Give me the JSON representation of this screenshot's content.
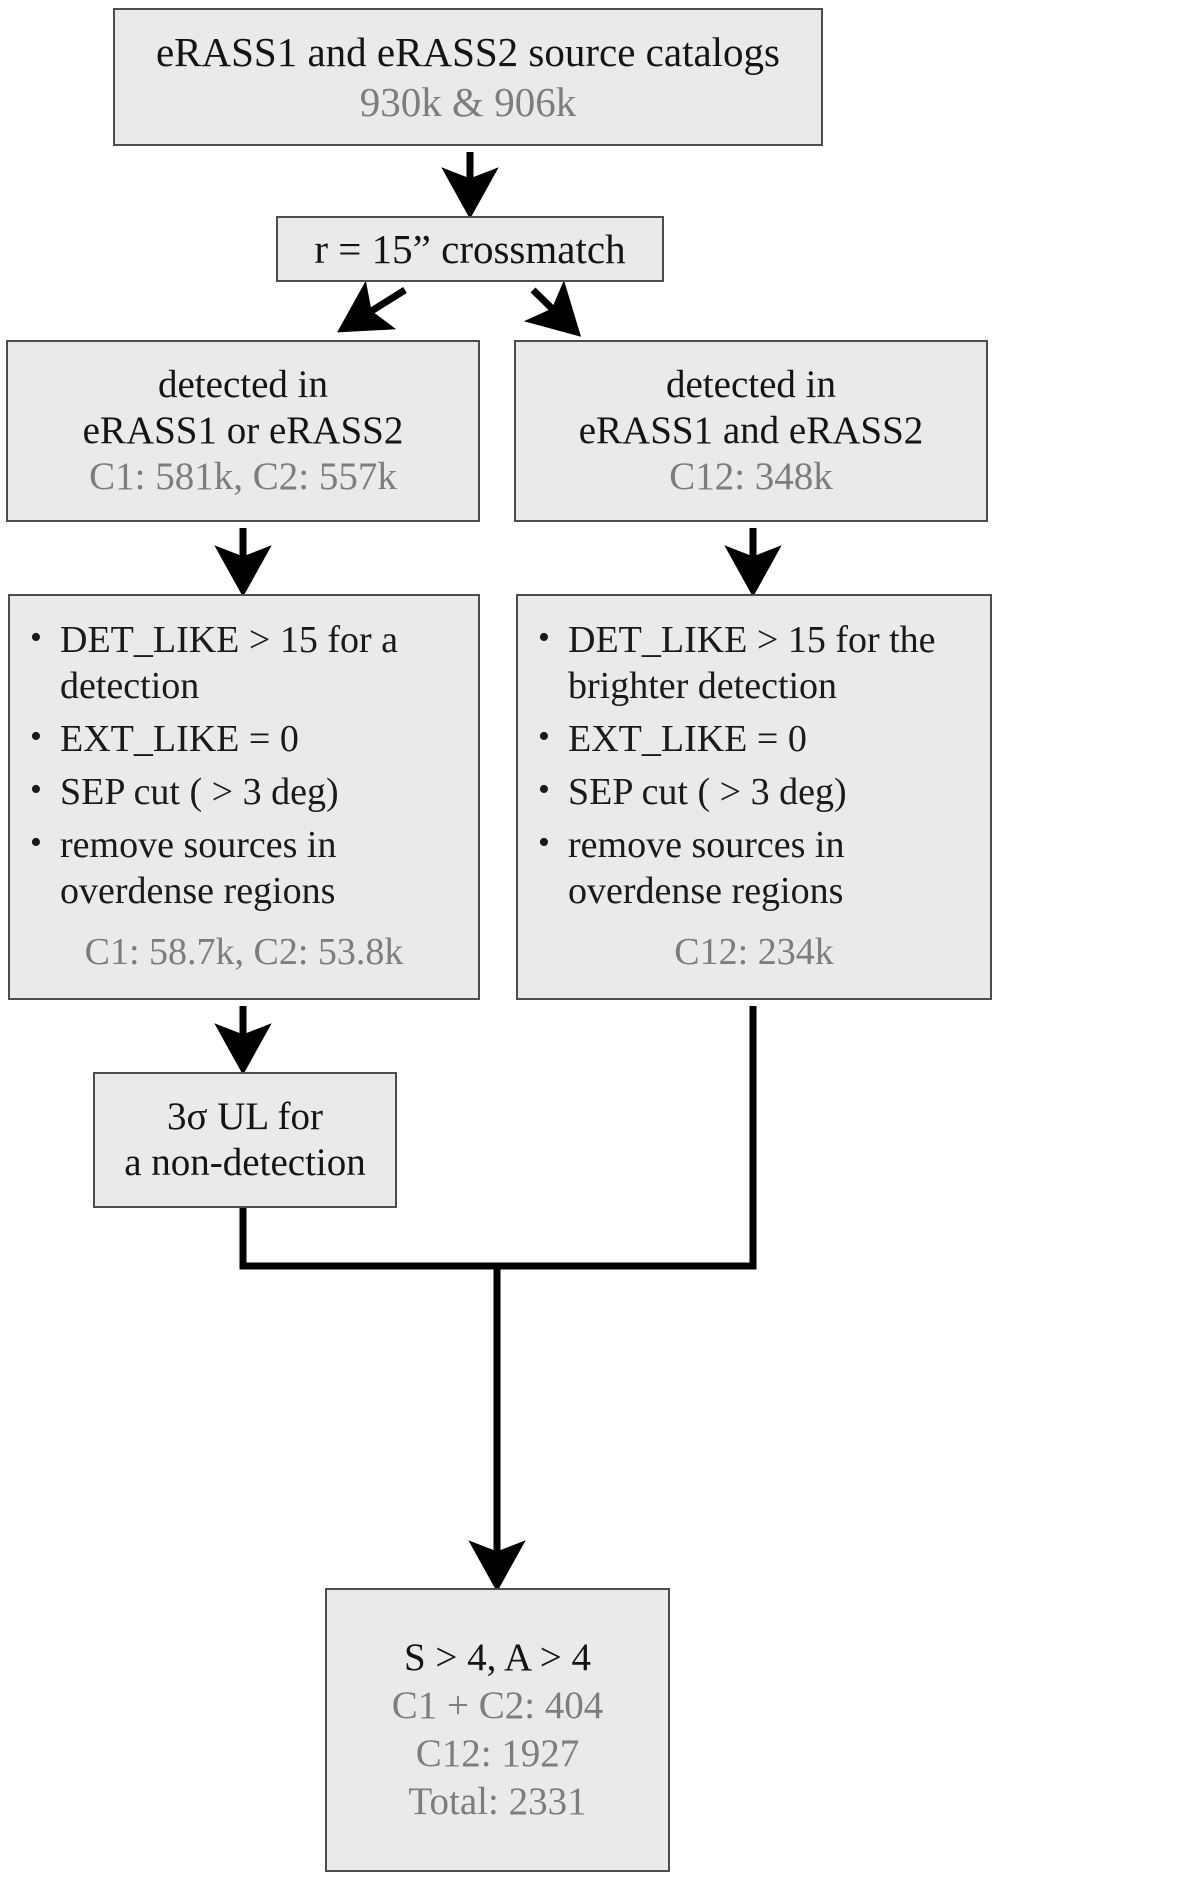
{
  "diagram": {
    "title": "eROSITA eRASS1/eRASS2 variability source selection flowchart",
    "colors": {
      "box_fill": "#eaeaea",
      "box_border": "#4d4d4d",
      "primary_text": "#141414",
      "count_text": "#7d7d7d",
      "arrow": "#000000"
    },
    "nodes": {
      "catalogs": {
        "line1": "eRASS1 and eRASS2 source catalogs",
        "counts": "930k & 906k"
      },
      "crossmatch": {
        "label": "r = 15” crossmatch"
      },
      "detected_or": {
        "line1": "detected in",
        "line2": "eRASS1 or eRASS2",
        "counts": "C1: 581k, C2: 557k"
      },
      "detected_and": {
        "line1": "detected in",
        "line2": "eRASS1 and eRASS2",
        "counts": "C12: 348k"
      },
      "cuts_left": {
        "bullets": [
          "DET_LIKE > 15 for a detection",
          "EXT_LIKE = 0",
          "SEP cut ( > 3 deg)",
          "remove sources in overdense regions"
        ],
        "counts": "C1: 58.7k, C2: 53.8k"
      },
      "cuts_right": {
        "bullets": [
          "DET_LIKE > 15 for the brighter detection",
          "EXT_LIKE = 0",
          "SEP cut ( > 3 deg)",
          "remove sources in overdense regions"
        ],
        "counts": "C12: 234k"
      },
      "upper_limit": {
        "line1": "3σ UL for",
        "line2": "a non-detection"
      },
      "final": {
        "line1": "S > 4, A > 4",
        "line2": "C1 + C2: 404",
        "line3": "C12: 1927",
        "line4": "Total: 2331"
      }
    },
    "edges": [
      {
        "from": "catalogs",
        "to": "crossmatch",
        "style": "straight-down-arrow"
      },
      {
        "from": "crossmatch",
        "to": "detected_or",
        "style": "diagonal-down-left-arrow"
      },
      {
        "from": "crossmatch",
        "to": "detected_and",
        "style": "diagonal-down-right-arrow"
      },
      {
        "from": "detected_or",
        "to": "cuts_left",
        "style": "straight-down-arrow"
      },
      {
        "from": "detected_and",
        "to": "cuts_right",
        "style": "straight-down-arrow"
      },
      {
        "from": "cuts_left",
        "to": "upper_limit",
        "style": "straight-down-arrow"
      },
      {
        "from": "upper_limit",
        "to": "final",
        "style": "elbow-merge-arrow"
      },
      {
        "from": "cuts_right",
        "to": "final",
        "style": "elbow-merge-arrow"
      }
    ]
  }
}
